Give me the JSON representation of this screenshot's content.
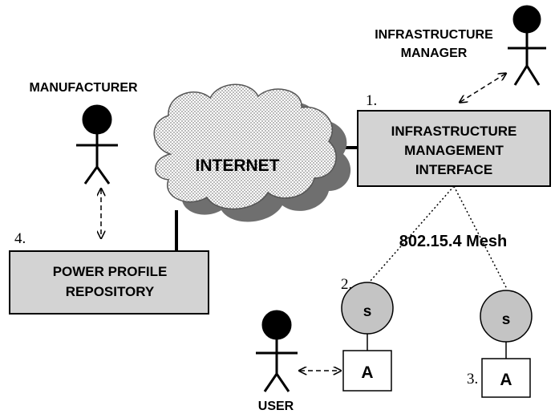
{
  "actors": {
    "infrastructure_manager": "INFRASTRUCTURE\nMANAGER",
    "manufacturer": "MANUFACTURER",
    "user": "USER"
  },
  "cloud": {
    "label": "INTERNET"
  },
  "boxes": {
    "infrastructure_interface": {
      "number": "1.",
      "label": "INFRASTRUCTURE\nMANAGEMENT\nINTERFACE"
    },
    "power_profile_repository": {
      "number": "4.",
      "label": "POWER PROFILE\nREPOSITORY"
    }
  },
  "mesh": {
    "label": "802.15.4 Mesh"
  },
  "sensors": [
    {
      "number": "2.",
      "sensor_label": "s",
      "actuator_label": "A"
    },
    {
      "number": "3.",
      "sensor_label": "s",
      "actuator_label": "A"
    }
  ]
}
